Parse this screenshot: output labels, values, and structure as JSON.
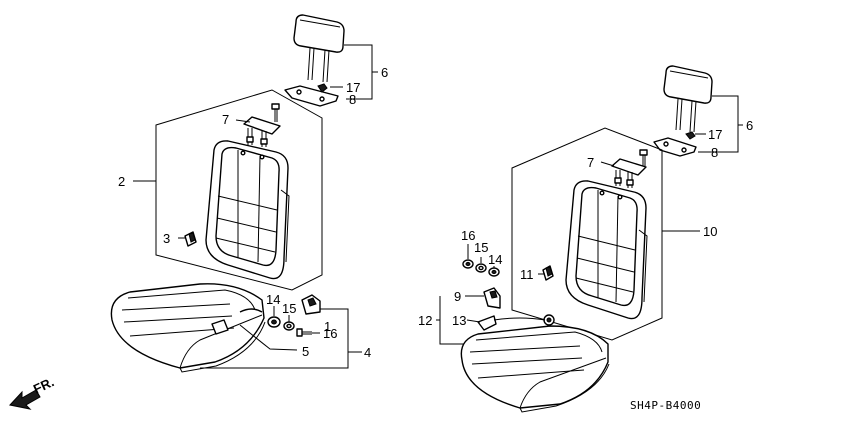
{
  "diagram": {
    "code": "SH4P-B4000",
    "direction_label": "FR.",
    "labels": {
      "l1": "1",
      "l2": "2",
      "l3": "3",
      "l4": "4",
      "l5": "5",
      "l6a": "6",
      "l6b": "6",
      "l7a": "7",
      "l7b": "7",
      "l8a": "8",
      "l8b": "8",
      "l9": "9",
      "l10": "10",
      "l11": "11",
      "l12": "12",
      "l13": "13",
      "l14a": "14",
      "l14b": "14",
      "l15a": "15",
      "l15b": "15",
      "l16a": "16",
      "l16b": "16",
      "l17a": "17",
      "l17b": "17"
    }
  }
}
